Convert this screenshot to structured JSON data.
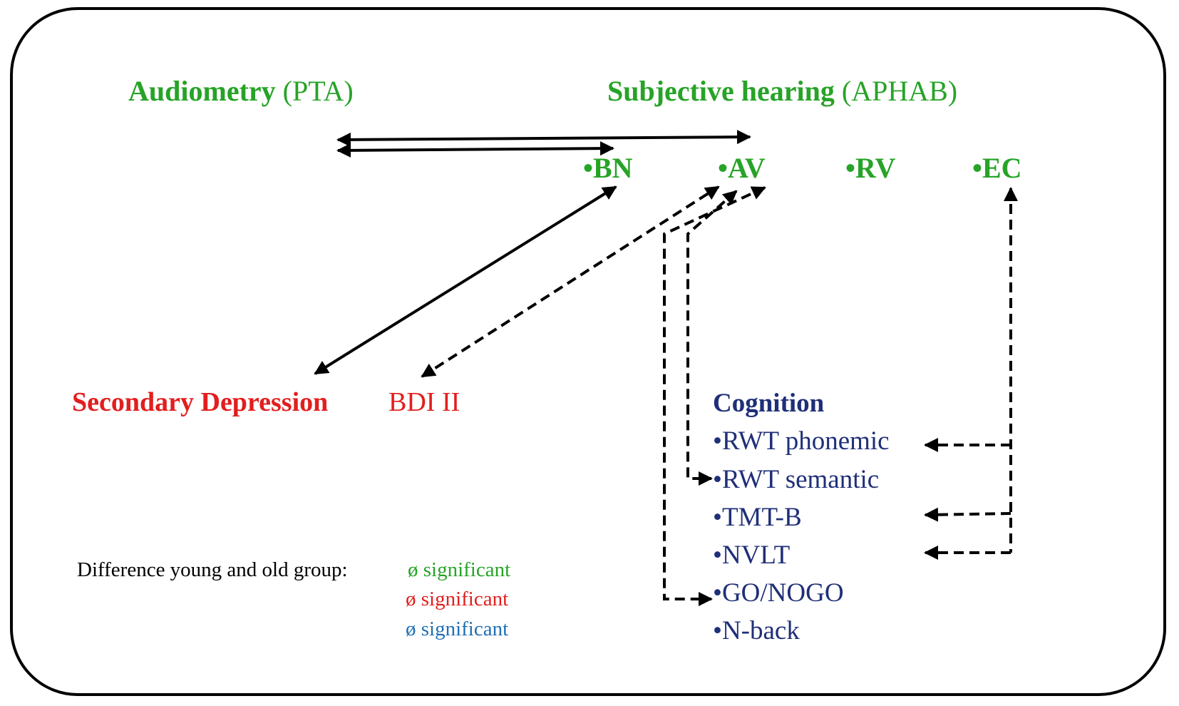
{
  "colors": {
    "hearing": "#27a327",
    "depression": "#e21e1e",
    "cognition": "#1f2f78",
    "cognition_legend": "#1f6fb4",
    "lines": "#000000"
  },
  "hearing": {
    "audiometry": {
      "bold": "Audiometry",
      "rest": " (PTA)"
    },
    "subjective": {
      "bold": "Subjective hearing",
      "rest": " (APHAB)"
    },
    "subscales": [
      "•BN",
      "•AV",
      "•RV",
      "•EC"
    ]
  },
  "depression": {
    "bold": "Secondary Depression",
    "rest": "BDI II"
  },
  "cognition": {
    "title": "Cognition",
    "items": [
      "•RWT phonemic",
      "•RWT semantic",
      "•TMT-B",
      "•NVLT",
      "•GO/NOGO",
      "•N-back"
    ]
  },
  "legend": {
    "label": "Difference young and old group:",
    "items": [
      "ø significant",
      "ø significant",
      "ø significant"
    ]
  },
  "connections": [
    {
      "from": "Audiometry (PTA)",
      "to": "Subjective hearing (APHAB)",
      "style": "solid",
      "direction": "both"
    },
    {
      "from": "Audiometry (PTA)",
      "to": "•BN",
      "style": "solid",
      "direction": "both"
    },
    {
      "from": "•BN",
      "to": "Secondary Depression",
      "style": "solid",
      "direction": "both"
    },
    {
      "from": "•AV",
      "to": "BDI II",
      "style": "dashed",
      "direction": "both"
    },
    {
      "from": "•AV",
      "to": "•RWT semantic",
      "style": "dashed",
      "direction": "both"
    },
    {
      "from": "•AV",
      "to": "•GO/NOGO",
      "style": "dashed",
      "direction": "both"
    },
    {
      "from": "•EC",
      "to": "•RWT phonemic",
      "style": "dashed",
      "direction": "both"
    },
    {
      "from": "•EC",
      "to": "•TMT-B",
      "style": "dashed",
      "direction": "both"
    },
    {
      "from": "•EC",
      "to": "•NVLT",
      "style": "dashed",
      "direction": "both"
    }
  ]
}
